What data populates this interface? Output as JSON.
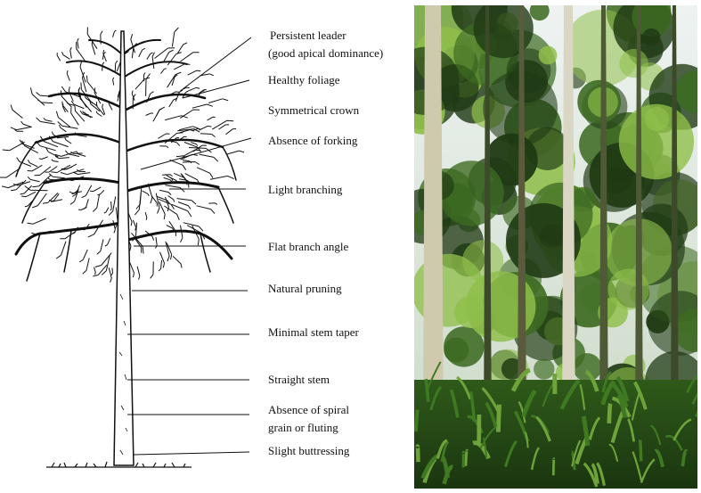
{
  "labels": {
    "persistent_leader_1": "Persistent leader",
    "persistent_leader_2": "(good apical dominance)",
    "healthy_foliage": "Healthy foliage",
    "symmetrical_crown": "Symmetrical crown",
    "absence_forking": "Absence of forking",
    "light_branching": "Light branching",
    "flat_branch_angle": "Flat branch angle",
    "natural_pruning": "Natural pruning",
    "minimal_stem_taper": "Minimal stem taper",
    "straight_stem": "Straight stem",
    "absence_spiral_1": "Absence of spiral",
    "absence_spiral_2": "grain or fluting",
    "slight_buttressing": "Slight buttressing"
  },
  "colors": {
    "ink": "#111111",
    "sky": "#e8eef0",
    "foliage_dark": "#1f3a14",
    "foliage_mid": "#3d6b22",
    "foliage_light": "#8fbf4a",
    "bark": "#d9d6c4"
  }
}
